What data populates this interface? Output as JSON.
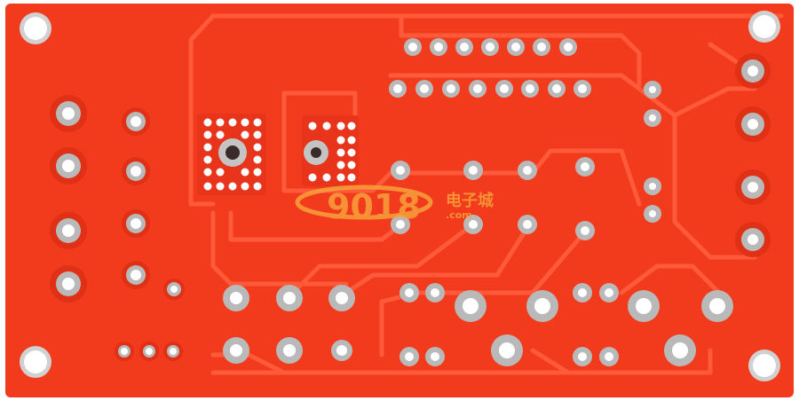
{
  "colors": {
    "board": "#f23a1c",
    "board_edge": "#e02f14",
    "trace": "#ff5a3a",
    "trace_shadow": "#d02a10",
    "pad_ring": "#c9c9c9",
    "pad_hole": "#ffffff",
    "pad_dark": "#3a2a2a",
    "watermark": "#f7a13a"
  },
  "watermark": {
    "brand_digits": "9018",
    "brand_cn": "电子城",
    "brand_domain": ".com"
  },
  "components": [
    "mounting-hole",
    "through-hole-pad",
    "copper-trace",
    "via-array"
  ]
}
